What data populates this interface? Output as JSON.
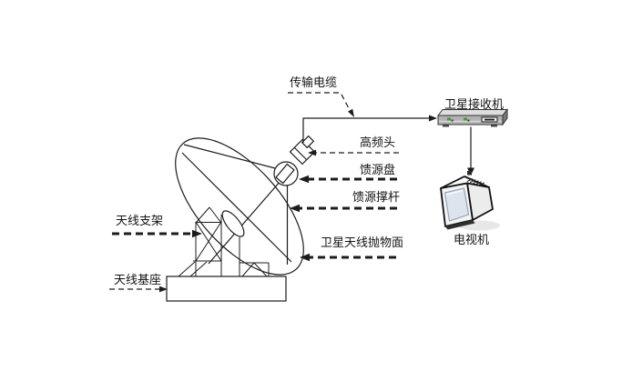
{
  "diagram": {
    "type": "satellite-tv-receiving-system-schematic",
    "labels": {
      "transmission_cable": "传输电缆",
      "satellite_receiver": "卫星接收机",
      "lnb": "高频头",
      "feed_disk": "馈源盘",
      "feed_support_rod": "馈源撑杆",
      "dish_surface": "卫星天线抛物面",
      "antenna_bracket": "天线支架",
      "antenna_base": "天线基座",
      "tv": "电视机"
    },
    "colors": {
      "line": "#1c1c1c",
      "receiver_front": "#b2b2b2",
      "receiver_top": "#dedede",
      "receiver_side": "#7a7a7a",
      "led_green": "#3f9e2c",
      "tv_screen": "#dde4ee",
      "tv_body": "#f4f4f4",
      "shadow": "#cfcfcf"
    },
    "icons": {
      "receiver": "satellite-receiver-box-icon",
      "tv": "crt-tv-icon",
      "dish": "parabolic-antenna-drawing"
    }
  }
}
